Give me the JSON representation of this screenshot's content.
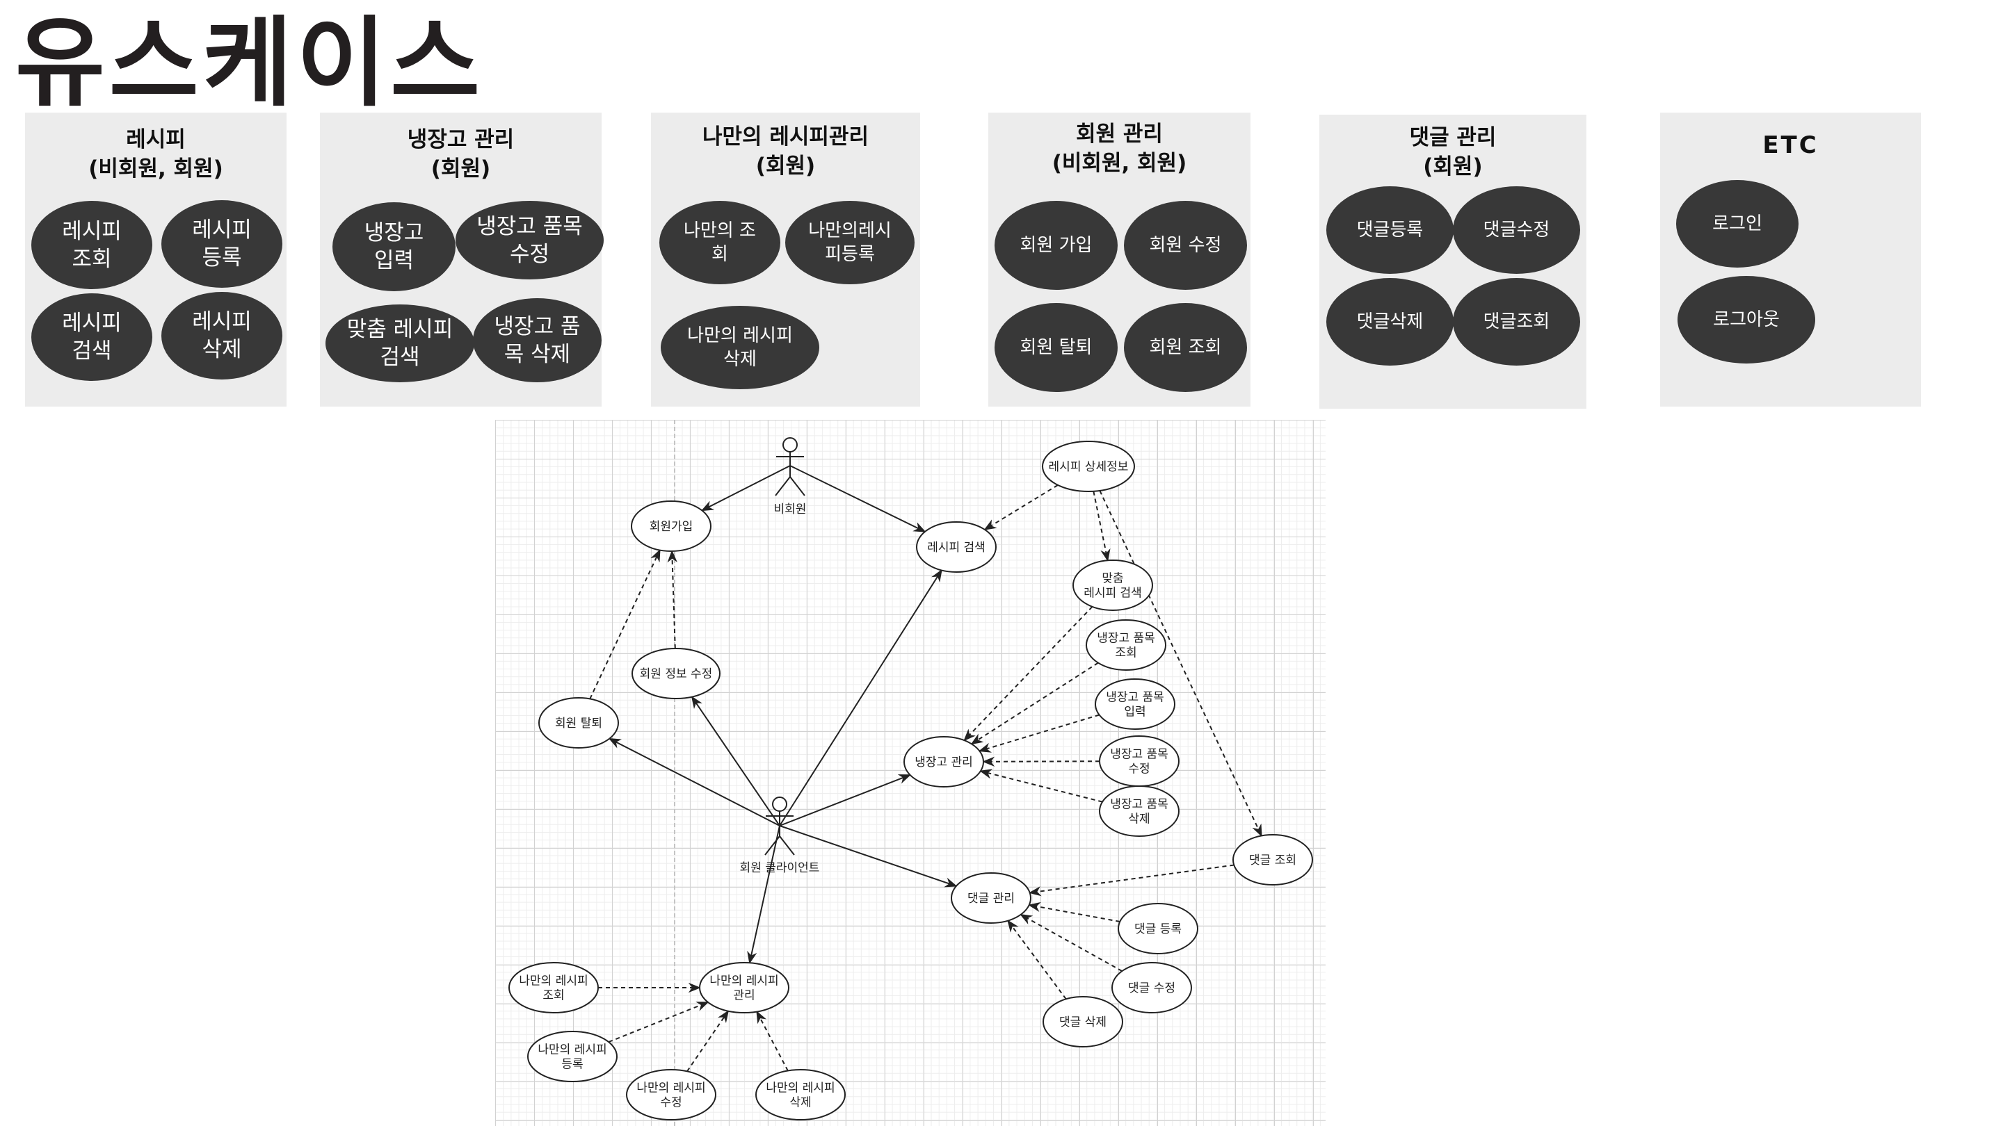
{
  "page": {
    "title": "유스케이스"
  },
  "groups": [
    {
      "title_lines": [
        "레시피",
        "(비회원, 회원)"
      ],
      "use_cases": [
        "레시피\n조회",
        "레시피\n등록",
        "레시피\n검색",
        "레시피\n삭제"
      ]
    },
    {
      "title_lines": [
        "냉장고 관리",
        "(회원)"
      ],
      "use_cases": [
        "냉장고\n입력",
        "냉장고 품목\n수정",
        "맞춤 레시피\n검색",
        "냉장고 품\n목 삭제"
      ]
    },
    {
      "title_lines": [
        "나만의 레시피관리",
        "(회원)"
      ],
      "use_cases": [
        "나만의 조\n회",
        "나만의레시\n피등록",
        "나만의 레시피\n삭제"
      ]
    },
    {
      "title_lines": [
        "회원 관리",
        "(비회원, 회원)"
      ],
      "use_cases": [
        "회원 가입",
        "회원 수정",
        "회원 탈퇴",
        "회원 조회"
      ]
    },
    {
      "title_lines": [
        "댓글 관리",
        "(회원)"
      ],
      "use_cases": [
        "댓글등록",
        "댓글수정",
        "댓글삭제",
        "댓글조회"
      ]
    },
    {
      "title_lines": [
        "ETC"
      ],
      "use_cases": [
        "로그인",
        "로그아웃"
      ]
    }
  ],
  "diagram": {
    "colors": {
      "line": "#222222",
      "ellipse_fill": "#ffffff",
      "pill_fill": "#383838",
      "box_fill": "#ececec"
    },
    "actors": [
      {
        "id": "guest",
        "label": "비회원"
      },
      {
        "id": "member",
        "label": "회원 클라이언트"
      }
    ],
    "use_cases": [
      {
        "id": "signup",
        "label": [
          "회원가입"
        ]
      },
      {
        "id": "recipe_search",
        "label": [
          "레시피 검색"
        ]
      },
      {
        "id": "recipe_detail",
        "label": [
          "레시피 상세정보"
        ]
      },
      {
        "id": "custom_search",
        "label": [
          "맞춤",
          "레시피 검색"
        ]
      },
      {
        "id": "fridge_view",
        "label": [
          "냉장고 품목",
          "조회"
        ]
      },
      {
        "id": "fridge_input",
        "label": [
          "냉장고 품목",
          "입력"
        ]
      },
      {
        "id": "fridge_edit",
        "label": [
          "냉장고 품목",
          "수정"
        ]
      },
      {
        "id": "fridge_delete",
        "label": [
          "냉장고 품목",
          "삭제"
        ]
      },
      {
        "id": "member_edit",
        "label": [
          "회원 정보 수정"
        ]
      },
      {
        "id": "withdraw",
        "label": [
          "회원 탈퇴"
        ]
      },
      {
        "id": "fridge_mgmt",
        "label": [
          "냉장고 관리"
        ]
      },
      {
        "id": "comment_view",
        "label": [
          "댓글 조회"
        ]
      },
      {
        "id": "comment_mgmt",
        "label": [
          "댓글 관리"
        ]
      },
      {
        "id": "comment_add",
        "label": [
          "댓글 등록"
        ]
      },
      {
        "id": "comment_edit",
        "label": [
          "댓글 수정"
        ]
      },
      {
        "id": "comment_delete",
        "label": [
          "댓글 삭제"
        ]
      },
      {
        "id": "my_view",
        "label": [
          "나만의 레시피",
          "조회"
        ]
      },
      {
        "id": "my_mgmt",
        "label": [
          "나만의 레시피",
          "관리"
        ]
      },
      {
        "id": "my_add",
        "label": [
          "나만의 레시피",
          "등록"
        ]
      },
      {
        "id": "my_edit",
        "label": [
          "나만의 레시피",
          "수정"
        ]
      },
      {
        "id": "my_delete",
        "label": [
          "나만의 레시피",
          "삭제"
        ]
      }
    ],
    "associations": [
      {
        "from": "guest",
        "to": "signup"
      },
      {
        "from": "guest",
        "to": "recipe_search"
      },
      {
        "from": "member",
        "to": "recipe_search"
      },
      {
        "from": "member",
        "to": "member_edit"
      },
      {
        "from": "member",
        "to": "withdraw"
      },
      {
        "from": "member",
        "to": "fridge_mgmt"
      },
      {
        "from": "member",
        "to": "comment_mgmt"
      },
      {
        "from": "member",
        "to": "my_mgmt"
      }
    ],
    "dependencies": [
      {
        "from": "withdraw",
        "to": "signup"
      },
      {
        "from": "member_edit",
        "to": "signup"
      },
      {
        "from": "recipe_detail",
        "to": "recipe_search"
      },
      {
        "from": "recipe_detail",
        "to": "custom_search"
      },
      {
        "from": "recipe_detail",
        "to": "comment_view"
      },
      {
        "from": "custom_search",
        "to": "fridge_mgmt"
      },
      {
        "from": "fridge_view",
        "to": "fridge_mgmt"
      },
      {
        "from": "fridge_input",
        "to": "fridge_mgmt"
      },
      {
        "from": "fridge_edit",
        "to": "fridge_mgmt"
      },
      {
        "from": "fridge_delete",
        "to": "fridge_mgmt"
      },
      {
        "from": "comment_view",
        "to": "comment_mgmt"
      },
      {
        "from": "comment_add",
        "to": "comment_mgmt"
      },
      {
        "from": "comment_edit",
        "to": "comment_mgmt"
      },
      {
        "from": "comment_delete",
        "to": "comment_mgmt"
      },
      {
        "from": "my_view",
        "to": "my_mgmt"
      },
      {
        "from": "my_add",
        "to": "my_mgmt"
      },
      {
        "from": "my_edit",
        "to": "my_mgmt"
      },
      {
        "from": "my_delete",
        "to": "my_mgmt"
      }
    ]
  }
}
